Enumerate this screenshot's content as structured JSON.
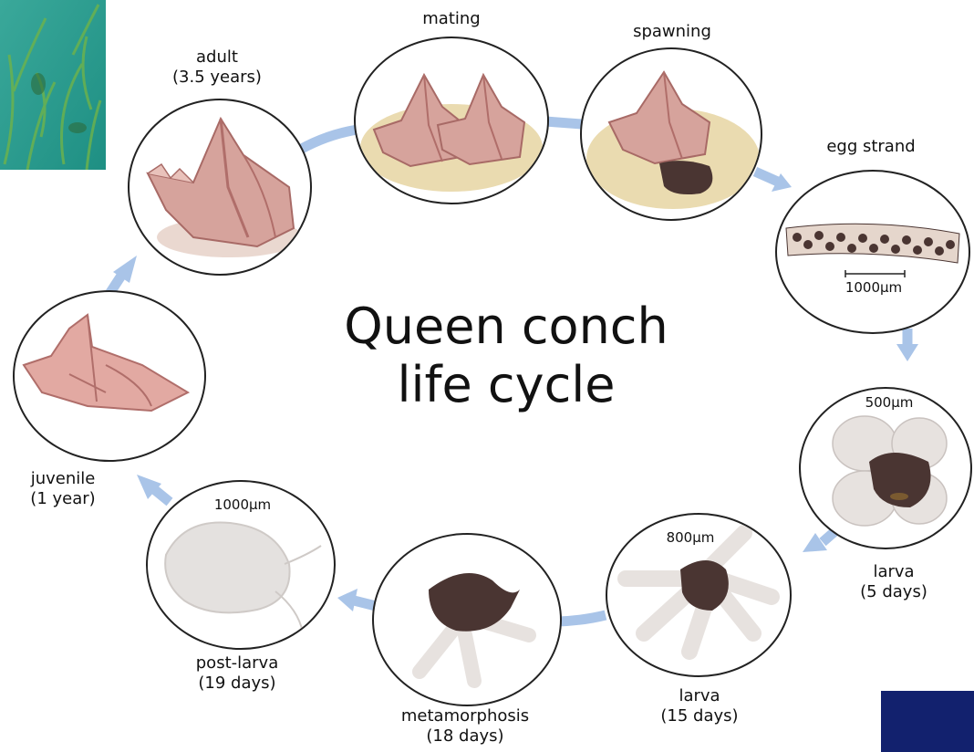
{
  "title": {
    "line1": "Queen conch",
    "line2": "life cycle"
  },
  "stages": {
    "adult": {
      "name": "adult",
      "age": "(3.5 years)"
    },
    "mating": {
      "name": "mating"
    },
    "spawning": {
      "name": "spawning"
    },
    "egg_strand": {
      "name": "egg strand",
      "scale": "1000µm"
    },
    "larva_5": {
      "name": "larva",
      "age": "(5 days)",
      "scale": "500µm"
    },
    "larva_15": {
      "name": "larva",
      "age": "(15 days)",
      "scale": "800µm"
    },
    "metamorphosis": {
      "name": "metamorphosis",
      "age": "(18 days)"
    },
    "post_larva": {
      "name": "post-larva",
      "age": "(19 days)",
      "scale": "1000µm"
    },
    "juvenile": {
      "name": "juvenile",
      "age": "(1 year)"
    }
  },
  "colors": {
    "arrow": "#a9c4e8",
    "shell": "#d6a39c",
    "shell_dark": "#b06e6a",
    "sand": "#eadbb0",
    "larva_body": "#4a3532",
    "velum": "#e7e2df"
  }
}
